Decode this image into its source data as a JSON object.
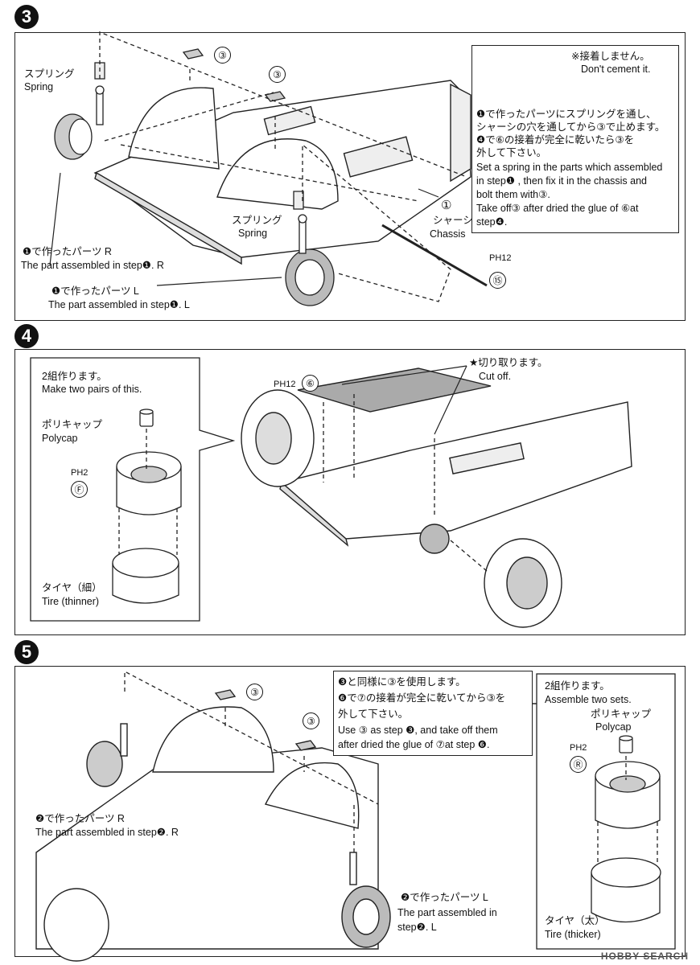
{
  "step3": {
    "number": "3",
    "spring_ja": "スプリング",
    "spring_en": "Spring",
    "spring2_ja": "スプリング",
    "spring2_en": "Spring",
    "part_ref": "③",
    "chassis_num": "①",
    "chassis_ja": "シャーシ",
    "chassis_en": "Chassis",
    "ph12": "PH12",
    "part15": "⑮",
    "callout_r_ja": "❶で作ったパーツ R",
    "callout_r_en": "The part assembled in step❶. R",
    "callout_l_ja": "❶で作ったパーツ L",
    "callout_l_en": "The part assembled in step❶. L",
    "note": {
      "nocement_ja": "※接着しません。",
      "nocement_en": "Don't cement it.",
      "lines": [
        "❶で作ったパーツにスプリングを通し、",
        "シャーシの穴を通してから③で止めます。",
        "❹で⑥の接着が完全に乾いたら③を",
        "外して下さい。",
        "Set a spring in the parts which assembled",
        "in step❶ , then fix it in the chassis and",
        "bolt them with③.",
        "Take off③ after dried the glue of ⑥at",
        "step❹."
      ]
    }
  },
  "step4": {
    "number": "4",
    "inset_line1_ja": "2組作ります。",
    "inset_line1_en": "Make two pairs of this.",
    "polycap_ja": "ポリキャップ",
    "polycap_en": "Polycap",
    "ph2": "PH2",
    "part_f": "Ⓕ",
    "tire_ja": "タイヤ（細）",
    "tire_en": "Tire (thinner)",
    "ph12": "PH12",
    "part6": "⑥",
    "cutoff_ja": "★切り取ります。",
    "cutoff_en": "Cut off."
  },
  "step5": {
    "number": "5",
    "part_ref": "③",
    "note_lines": [
      "❸と同様に③を使用します。",
      "❻で⑦の接着が完全に乾いてから③を",
      "外して下さい。",
      "Use ③ as step ❸, and take off them",
      "after dried the glue of ⑦at step ❻."
    ],
    "callout_r_ja": "❷で作ったパーツ R",
    "callout_r_en": "The part assembled in step❷. R",
    "callout_l_ja": "❷で作ったパーツ L",
    "callout_l_en1": "The part assembled in",
    "callout_l_en2": "step❷. L",
    "inset_line1_ja": "2組作ります。",
    "inset_line1_en": "Assemble two sets.",
    "polycap_ja": "ポリキャップ",
    "polycap_en": "Polycap",
    "ph2": "PH2",
    "part_r": "Ⓡ",
    "tire_ja": "タイヤ（太）",
    "tire_en": "Tire (thicker)"
  },
  "watermark": "HOBBY SEARCH"
}
